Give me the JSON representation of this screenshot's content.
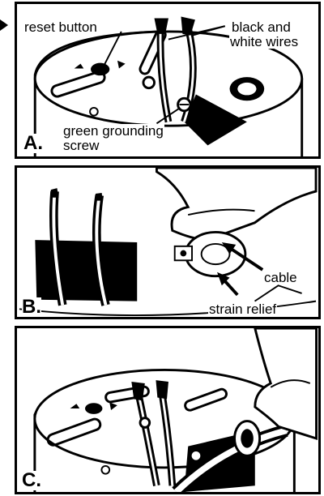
{
  "panels": [
    {
      "letter": "A.",
      "labels": [
        "reset button",
        "black and",
        "white wires",
        "green grounding",
        "screw"
      ]
    },
    {
      "letter": "B.",
      "labels": [
        "cable",
        "strain relief"
      ]
    },
    {
      "letter": "C.",
      "labels": []
    }
  ]
}
